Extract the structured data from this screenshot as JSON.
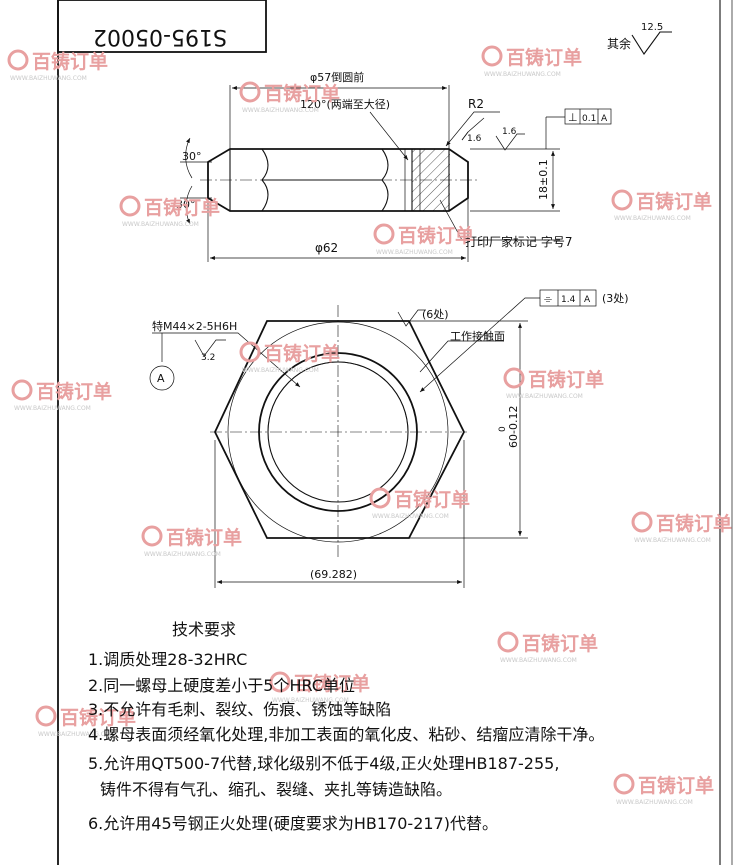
{
  "title_block": {
    "part_number": "S195-05002"
  },
  "roughness": {
    "other_label": "其余",
    "other_value": "12.5"
  },
  "front_view": {
    "dim_chamfer_dia": "φ57倒圆前",
    "dim_chamfer_note": "120°(两端至大径)",
    "angle_top": "30°",
    "angle_bottom": "30°",
    "dim_outer_dia": "φ62",
    "radius_label": "R2",
    "radius_roughness": "1.6",
    "face_roughness": "1.6",
    "perp_symbol": "⊥",
    "perp_tol": "0.1",
    "perp_datum": "A",
    "thickness": "18±0.1",
    "marking_note": "打印厂家标记  字号7"
  },
  "top_view": {
    "thread_label": "特M44×2-5H6H",
    "thread_roughness": "3.2",
    "datum_label": "A",
    "corner_note": "(6处)",
    "flatness_symbol": "⌯",
    "flatness_tol": "1.4",
    "flatness_datum": "A",
    "flatness_count": "(3处)",
    "contact_face": "工作接触面",
    "across_flats": "60-0.12",
    "across_flats_tol": "0",
    "across_corners": "(69.282)"
  },
  "notes": {
    "title": "技术要求",
    "items": [
      "1.调质处理28-32HRC",
      "2.同一螺母上硬度差小于5个HRC单位",
      "3.不允许有毛刺、裂纹、伤痕、锈蚀等缺陷",
      "4.螺母表面须经氧化处理,非加工表面的氧化皮、粘砂、结瘤应清除干净。",
      "5.允许用QT500-7代替,球化级别不低于4级,正火处理HB187-255,",
      "铸件不得有气孔、缩孔、裂缝、夹扎等铸造缺陷。",
      "6.允许用45号钢正火处理(硬度要求为HB170-217)代替。"
    ]
  },
  "watermark": {
    "brand": "百铸订单",
    "site": "WWW.BAIZHUWANG.COM",
    "color": "#e8a0a0"
  }
}
